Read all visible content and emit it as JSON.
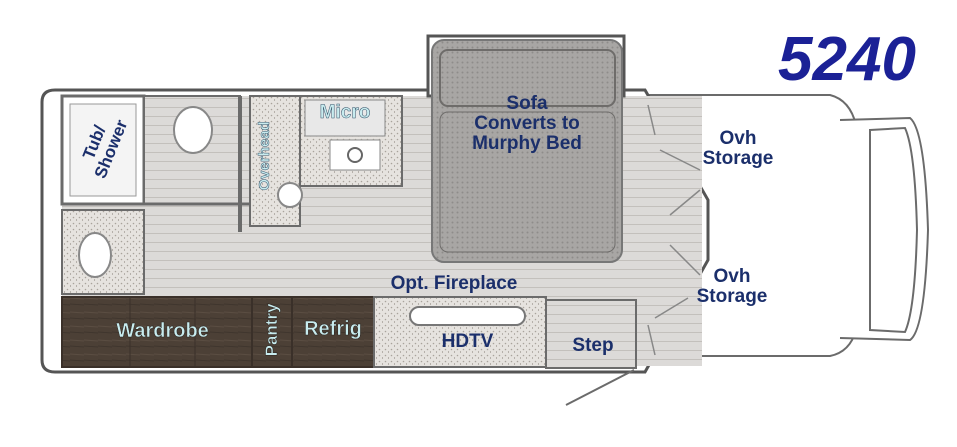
{
  "model_number": "5240",
  "labels": {
    "tub_shower": "Tub/\nShower",
    "overhead": "Overhead",
    "micro": "Micro",
    "sofa": "Sofa\nConverts to\nMurphy Bed",
    "ovh_storage_top": "Ovh\nStorage",
    "ovh_storage_bottom": "Ovh\nStorage",
    "opt_fireplace": "Opt. Fireplace",
    "wardrobe": "Wardrobe",
    "pantry": "Pantry",
    "refrig": "Refrig",
    "hdtv": "HDTV",
    "step": "Step"
  },
  "colors": {
    "floor": "#d7d5d3",
    "wall": "#6b6b6b",
    "cabinet": "#4c4036",
    "label_dark": "#1b2f6b",
    "label_light": "#c8ecef",
    "model": "#1b2196"
  }
}
